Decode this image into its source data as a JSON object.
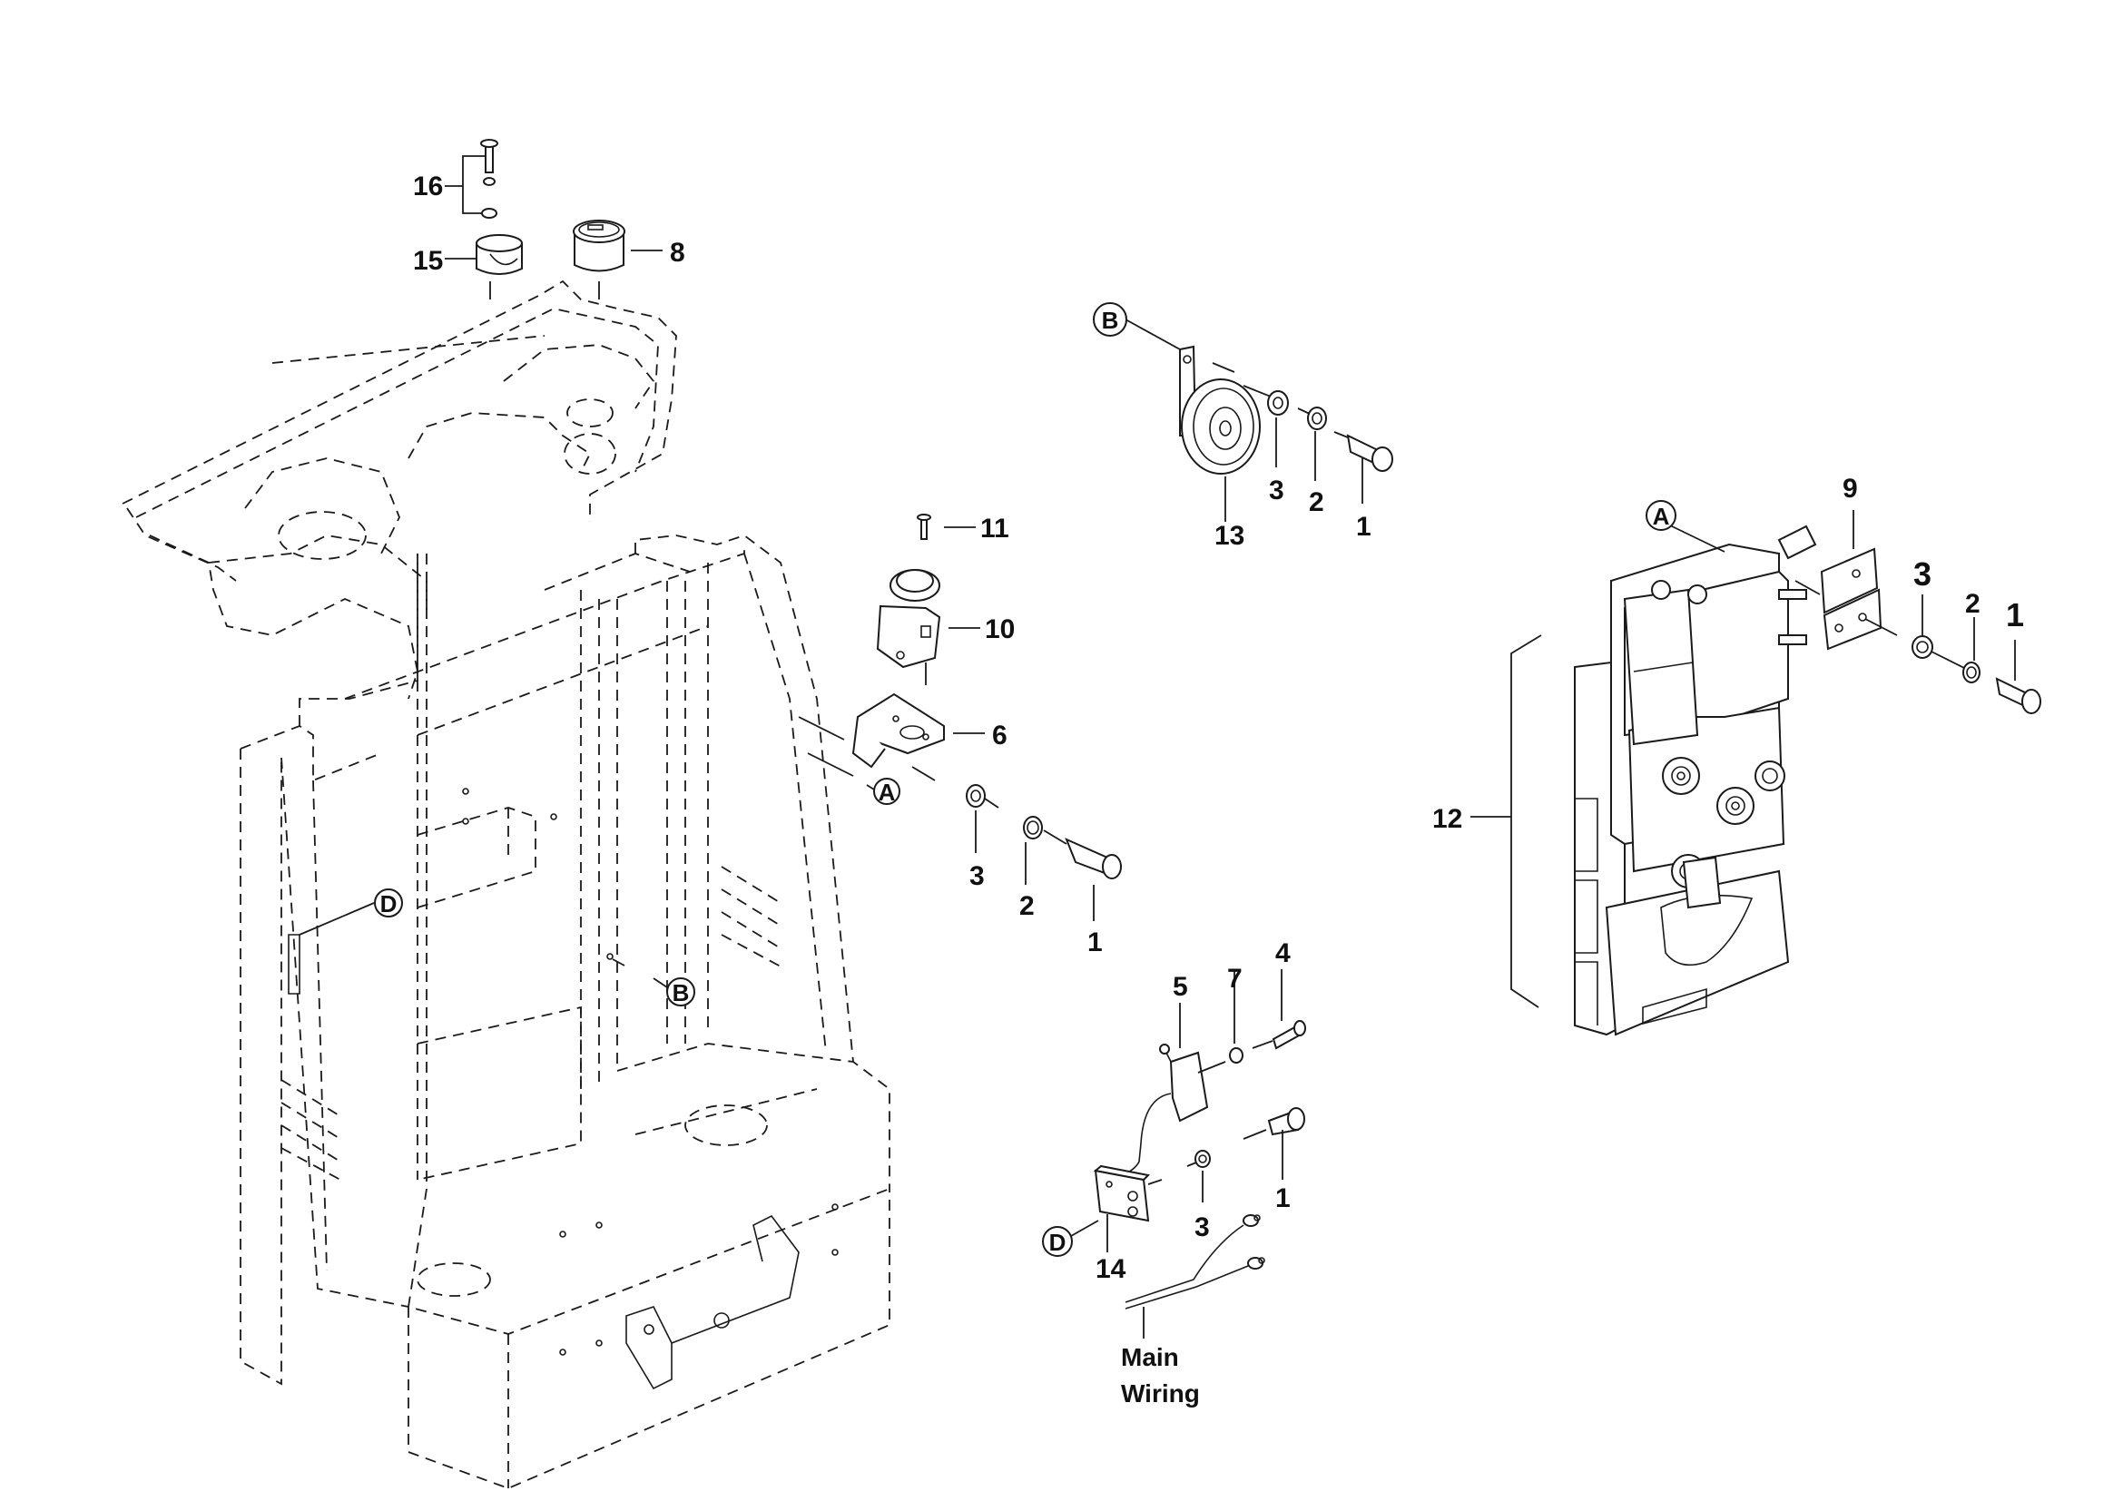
{
  "diagram": {
    "title": "Exploded parts view - operator console, horn, emergency switch, controller and frame",
    "parts": [
      {
        "id": "p1",
        "label": "1",
        "name": "Socket head cap screw"
      },
      {
        "id": "p2",
        "label": "2",
        "name": "Lock washer"
      },
      {
        "id": "p3",
        "label": "3",
        "name": "Flat washer"
      },
      {
        "id": "p4",
        "label": "4",
        "name": "Screw"
      },
      {
        "id": "p5",
        "label": "5",
        "name": "Micro switch"
      },
      {
        "id": "p6",
        "label": "6",
        "name": "Switch bracket"
      },
      {
        "id": "p7",
        "label": "7",
        "name": "Washer"
      },
      {
        "id": "p8",
        "label": "8",
        "name": "Hour meter"
      },
      {
        "id": "p9",
        "label": "9",
        "name": "Plate"
      },
      {
        "id": "p10",
        "label": "10",
        "name": "Emergency stop switch"
      },
      {
        "id": "p11",
        "label": "11",
        "name": "Countersunk screw"
      },
      {
        "id": "p12",
        "label": "12",
        "name": "Controller assembly"
      },
      {
        "id": "p13",
        "label": "13",
        "name": "Horn"
      },
      {
        "id": "p14",
        "label": "14",
        "name": "Switch mounting plate"
      },
      {
        "id": "p15",
        "label": "15",
        "name": "Key switch cup"
      },
      {
        "id": "p16",
        "label": "16",
        "name": "Screw and washer set"
      }
    ],
    "callouts": {
      "c16": "16",
      "c15": "15",
      "c8": "8",
      "c11": "11",
      "c10": "10",
      "c6": "6",
      "c3a": "3",
      "c2a": "2",
      "c1a": "1",
      "c13": "13",
      "c3b": "3",
      "c2b": "2",
      "c1b": "1",
      "c9": "9",
      "c3c": "3",
      "c2c": "2",
      "c1c": "1",
      "c12": "12",
      "c5": "5",
      "c7": "7",
      "c4": "4",
      "c1d": "1",
      "c3d": "3",
      "c14": "14"
    },
    "references": {
      "refA1": "A",
      "refA2": "A",
      "refB1": "B",
      "refB2": "B",
      "refD1": "D",
      "refD2": "D"
    },
    "notes": {
      "main_wiring_line1": "Main",
      "main_wiring_line2": "Wiring"
    }
  }
}
